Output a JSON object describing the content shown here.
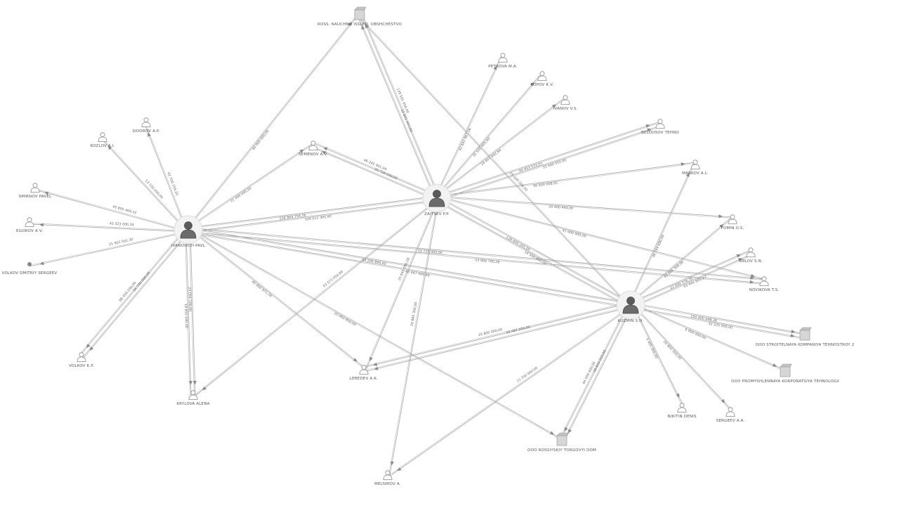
{
  "diagram": {
    "nodes": [
      {
        "id": "center_left",
        "label": "IVANOVICH PAVL"
      },
      {
        "id": "center_mid",
        "label": "ZAITSEV P.P."
      },
      {
        "id": "center_right",
        "label": "KUZMIN S.N."
      },
      {
        "id": "top_org",
        "label": "ROSS. NAUCHNO ISSLED. OBSHCHESTVO"
      },
      {
        "id": "n_a1",
        "label": "PETROVA M.A."
      },
      {
        "id": "n_a2",
        "label": "POPOV K.V."
      },
      {
        "id": "n_a3",
        "label": "IVANOV V.S."
      },
      {
        "id": "n_a4",
        "label": "SEMENOV A.V."
      },
      {
        "id": "n_a5",
        "label": "BELOUSOV TEHNO"
      },
      {
        "id": "n_a6",
        "label": "MARKOV A.L."
      },
      {
        "id": "n_a7",
        "label": "FOMIN O.S."
      },
      {
        "id": "n_a8",
        "label": "ORLOV S.N."
      },
      {
        "id": "n_l1",
        "label": "SIDOROV A.P."
      },
      {
        "id": "n_l2",
        "label": "KOZLOV A.I."
      },
      {
        "id": "n_l3",
        "label": "SMIRNOV PAVEL"
      },
      {
        "id": "n_l4",
        "label": "EGOROV A.V."
      },
      {
        "id": "n_l5",
        "label": "VOLKOV DMITRIY SERGEEV"
      },
      {
        "id": "n_l6",
        "label": "NOVIKOVA T.S."
      },
      {
        "id": "n_b1",
        "label": "LEBEDEV A.K."
      },
      {
        "id": "n_b2",
        "label": "VOLKOV K.P."
      },
      {
        "id": "n_b3",
        "label": "KRYLOVA ALENA"
      },
      {
        "id": "n_b4",
        "label": "MELNIKOV A."
      },
      {
        "id": "org_b",
        "label": "OOO ROSSIYSKIY TORGOVYI DOM"
      },
      {
        "id": "org_r1",
        "label": "OOO STROITELNAYA KOMPANIYA TEHNOSTROY 2"
      },
      {
        "id": "org_r2",
        "label": "OOO PROMYSHLENNAYA KORPORATSIYA TEHNOLOGII"
      },
      {
        "id": "n_r1",
        "label": "NIKITIN DENIS"
      },
      {
        "id": "n_r2",
        "label": "SERGEEV A.A."
      }
    ],
    "edges": [
      {
        "from": "center_left",
        "to": "top_org",
        "label": "40 000 000,00"
      },
      {
        "from": "center_left",
        "to": "center_mid",
        "label": "228 804 794,36"
      },
      {
        "from": "center_left",
        "to": "center_mid",
        "label": "104 511 305,40"
      },
      {
        "from": "center_left",
        "to": "center_right",
        "label": "44 206 894,49"
      },
      {
        "from": "center_left",
        "to": "center_right",
        "label": "43 447 400,48"
      },
      {
        "from": "center_left",
        "to": "n_a4",
        "label": "21 496 095,00"
      },
      {
        "from": "center_left",
        "to": "n_l1",
        "label": "42 700 159,20"
      },
      {
        "from": "center_left",
        "to": "n_l2",
        "label": "13 550 000,00"
      },
      {
        "from": "center_left",
        "to": "n_l3",
        "label": "45 805 469,32"
      },
      {
        "from": "center_left",
        "to": "n_l4",
        "label": "45 323 000,34"
      },
      {
        "from": "center_left",
        "to": "n_l5",
        "label": "25 903 591,30"
      },
      {
        "from": "center_left",
        "to": "n_l6",
        "label": "10 725 000,00"
      },
      {
        "from": "center_left",
        "to": "n_l6",
        "label": "53 900 700,28"
      },
      {
        "from": "center_left",
        "to": "n_b1",
        "label": "45 000 971,34"
      },
      {
        "from": "center_left",
        "to": "n_b2",
        "label": "34 730 000,00"
      },
      {
        "from": "center_left",
        "to": "n_b2",
        "label": "88 450 030,00"
      },
      {
        "from": "center_left",
        "to": "n_b3",
        "label": "24 094 106,00"
      },
      {
        "from": "center_left",
        "to": "n_b3",
        "label": "18 855 040,00"
      },
      {
        "from": "center_left",
        "to": "org_b",
        "label": "20 860 850,00"
      },
      {
        "from": "center_mid",
        "to": "top_org",
        "label": "10 941 447,00"
      },
      {
        "from": "center_mid",
        "to": "top_org",
        "label": "139 501 456,00"
      },
      {
        "from": "center_mid",
        "to": "n_a1",
        "label": "42 641 967,56"
      },
      {
        "from": "center_mid",
        "to": "n_a2",
        "label": "35 505 005,60"
      },
      {
        "from": "center_mid",
        "to": "n_a3",
        "label": "24 407 442,84"
      },
      {
        "from": "center_mid",
        "to": "n_a4",
        "label": "20 726 030,00"
      },
      {
        "from": "center_mid",
        "to": "n_a4",
        "label": "46 245 401,04"
      },
      {
        "from": "center_mid",
        "to": "n_a5",
        "label": "40 453 533,01"
      },
      {
        "from": "center_mid",
        "to": "n_a5",
        "label": "33 400 555,00"
      },
      {
        "from": "center_mid",
        "to": "n_a6",
        "label": "90 600 008,05"
      },
      {
        "from": "center_mid",
        "to": "n_a7",
        "label": "20 400 444,00"
      },
      {
        "from": "center_mid",
        "to": "center_right",
        "label": "136 600 205,00"
      },
      {
        "from": "center_mid",
        "to": "center_right",
        "label": "14 500 000,00"
      },
      {
        "from": "center_mid",
        "to": "n_b3",
        "label": "53 573 554,00"
      },
      {
        "from": "center_mid",
        "to": "n_b4",
        "label": "20 885 300,00"
      },
      {
        "from": "center_mid",
        "to": "n_l6",
        "label": "41 000 000,00"
      },
      {
        "from": "center_mid",
        "to": "n_b1",
        "label": "25 845 090,28"
      },
      {
        "from": "center_right",
        "to": "n_a6",
        "label": "36 744 690,00"
      },
      {
        "from": "center_right",
        "to": "n_a8",
        "label": "22 000 378,35"
      },
      {
        "from": "center_right",
        "to": "n_a7",
        "label": "42 605 300,00"
      },
      {
        "from": "center_right",
        "to": "n_a8",
        "label": "43 445 605,17"
      },
      {
        "from": "center_right",
        "to": "org_r1",
        "label": "100 400 448,36"
      },
      {
        "from": "center_right",
        "to": "org_r1",
        "label": "32 225 000,00"
      },
      {
        "from": "center_right",
        "to": "org_r2",
        "label": "6 000 000,00"
      },
      {
        "from": "center_right",
        "to": "n_r1",
        "label": "5 405 000,00"
      },
      {
        "from": "center_right",
        "to": "n_r2",
        "label": "20 800 500,00"
      },
      {
        "from": "center_right",
        "to": "org_b",
        "label": "26 840 010,00"
      },
      {
        "from": "center_right",
        "to": "org_b",
        "label": "44 000 000,00"
      },
      {
        "from": "center_right",
        "to": "n_b1",
        "label": "20 487 100,00"
      },
      {
        "from": "center_right",
        "to": "n_b1",
        "label": "25 800 000,00"
      },
      {
        "from": "center_right",
        "to": "n_b4",
        "label": "11 200 000,00"
      },
      {
        "from": "center_right",
        "to": "top_org",
        "label": "25 000 000,00"
      }
    ]
  }
}
